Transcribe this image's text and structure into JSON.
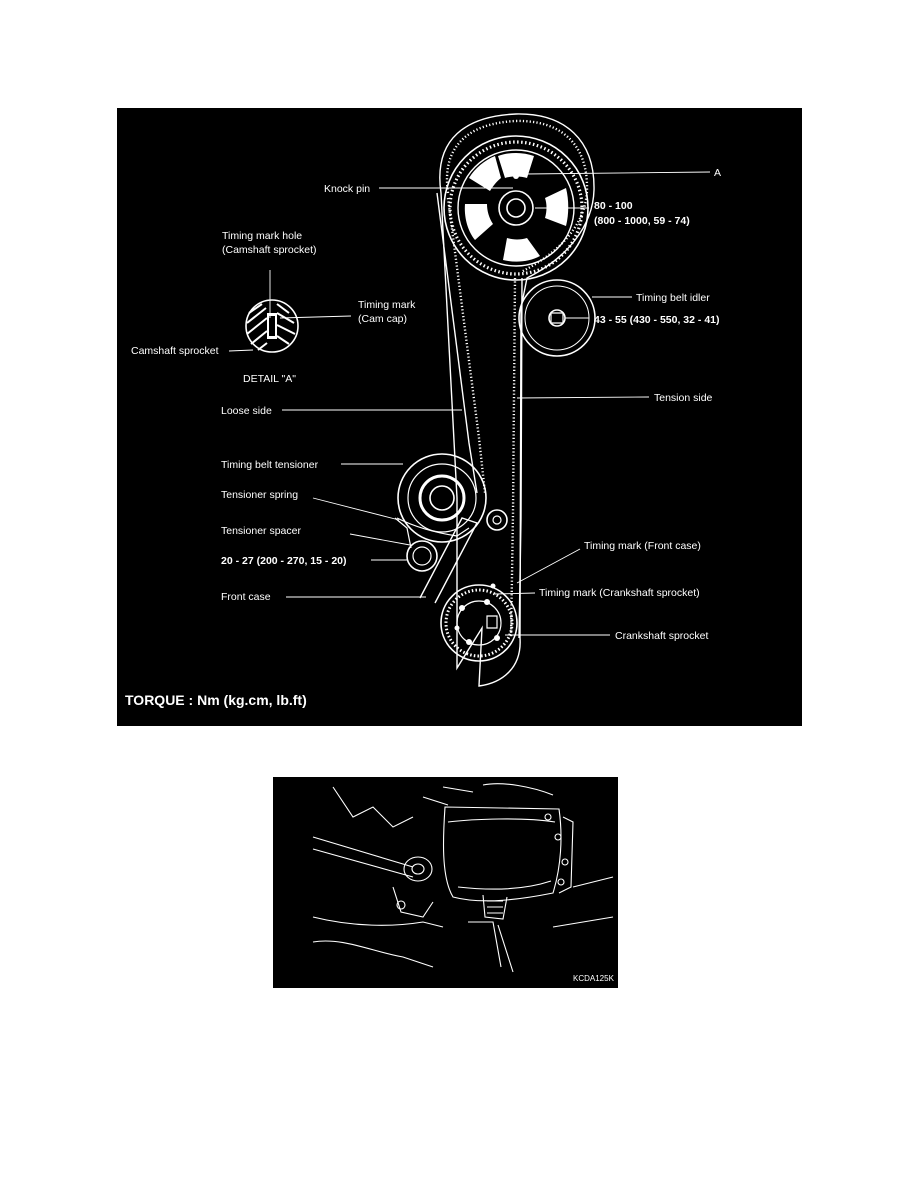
{
  "diagram": {
    "labels": {
      "a": "A",
      "knock_pin": "Knock pin",
      "cam_torque_1": "80 - 100",
      "cam_torque_2": "(800 - 1000, 59 - 74)",
      "timing_mark_hole_1": "Timing mark hole",
      "timing_mark_hole_2": "(Camshaft sprocket)",
      "timing_mark_cam_1": "Timing mark",
      "timing_mark_cam_2": "(Cam cap)",
      "camshaft_sprocket": "Camshaft sprocket",
      "detail_a": "DETAIL \"A\"",
      "timing_belt_idler": "Timing belt idler",
      "idler_torque": "43 - 55 (430 - 550, 32 - 41)",
      "loose_side": "Loose side",
      "tension_side": "Tension side",
      "timing_belt_tensioner": "Timing belt tensioner",
      "tensioner_spring": "Tensioner spring",
      "tensioner_spacer": "Tensioner spacer",
      "tensioner_torque": "20 - 27 (200 - 270, 15 - 20)",
      "timing_mark_front_case": "Timing mark (Front case)",
      "front_case": "Front case",
      "timing_mark_crank": "Timing mark (Crankshaft sprocket)",
      "crankshaft_sprocket": "Crankshaft sprocket",
      "torque_units": "TORQUE : Nm (kg.cm, lb.ft)"
    }
  },
  "photo": {
    "code": "KCDA125K"
  }
}
